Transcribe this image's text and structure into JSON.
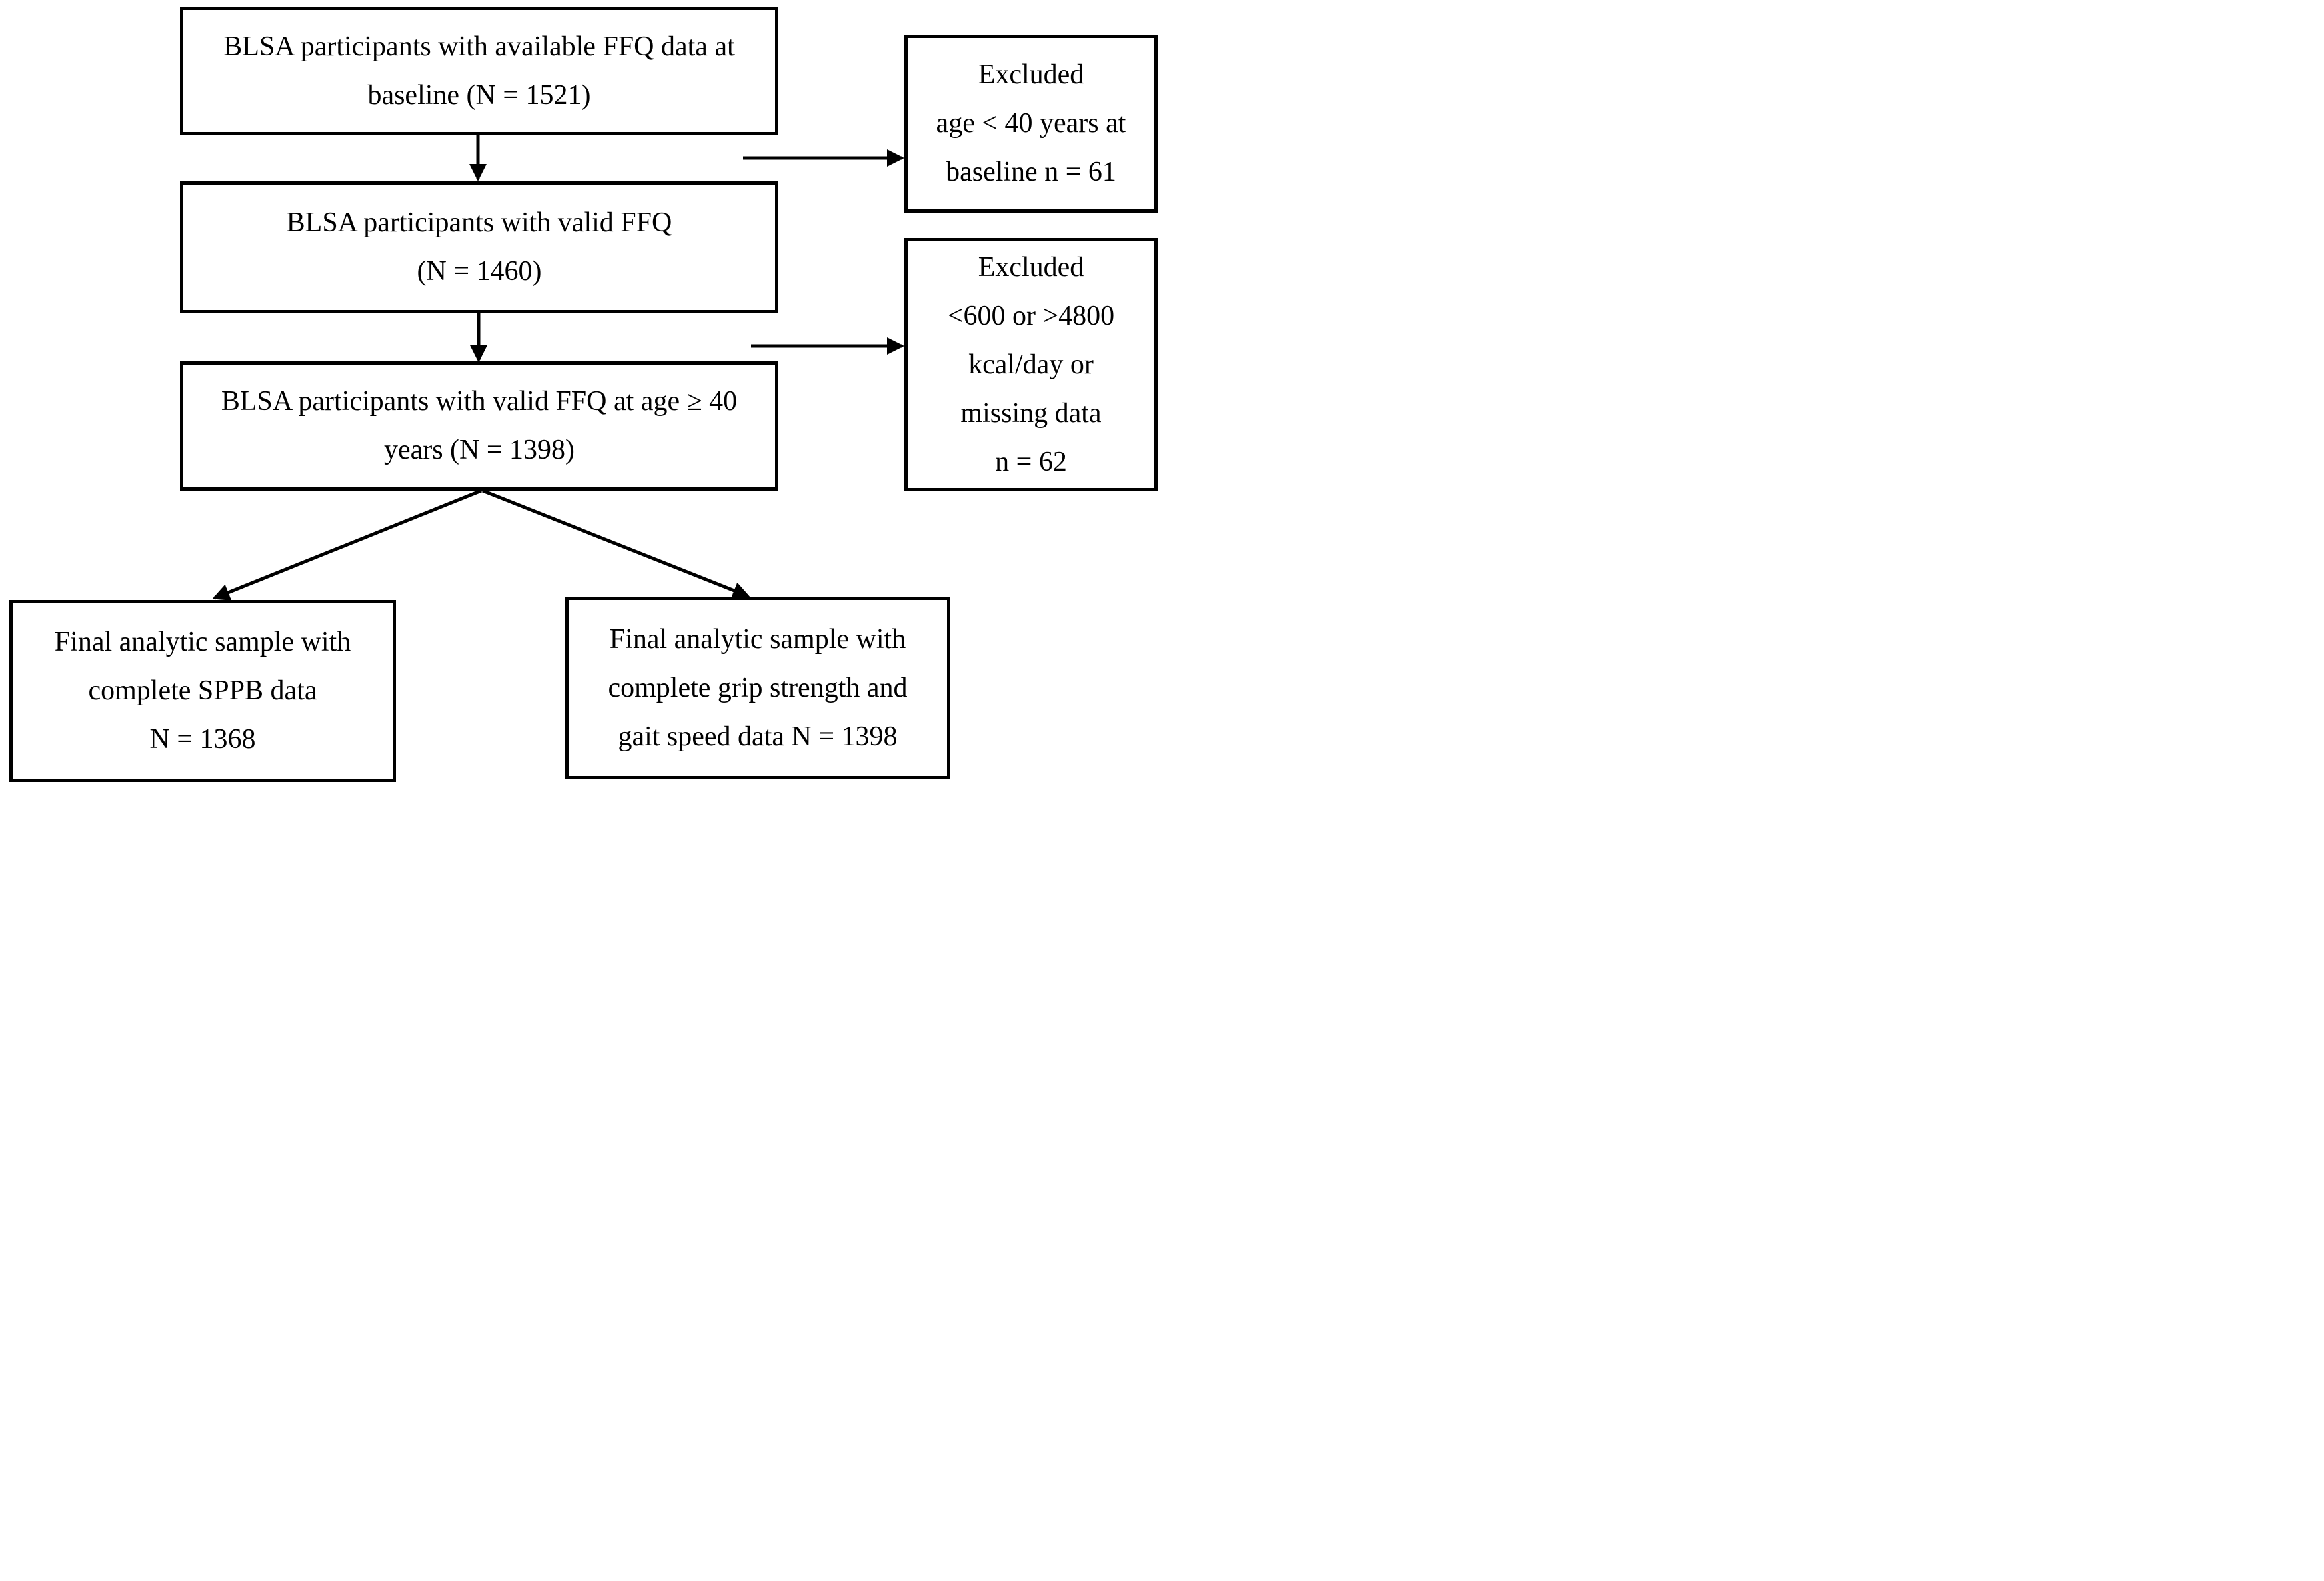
{
  "figure": {
    "background_color": "#ffffff",
    "line_color": "#000000"
  },
  "flowchart": {
    "main_boxes": [
      {
        "id": "baseline",
        "lines": [
          "BLSA participants with available FFQ data at",
          "baseline (N = 1521)"
        ]
      },
      {
        "id": "valid-ffq",
        "lines": [
          "BLSA participants with valid FFQ",
          "(N = 1460)"
        ]
      },
      {
        "id": "valid-ffq-age40",
        "lines": [
          "BLSA participants with valid FFQ at age ≥ 40",
          "years (N = 1398)"
        ]
      }
    ],
    "exclusion_boxes": [
      {
        "id": "excluded-age",
        "lines": [
          "Excluded",
          "age < 40 years at",
          "baseline n = 61"
        ]
      },
      {
        "id": "excluded-kcal",
        "lines": [
          "Excluded",
          "<600 or >4800",
          "kcal/day or",
          "missing data",
          "n = 62"
        ]
      }
    ],
    "final_boxes": [
      {
        "id": "final-sppb",
        "lines": [
          "Final analytic sample with",
          "complete SPPB data",
          "N = 1368"
        ]
      },
      {
        "id": "final-grip-gait",
        "lines": [
          "Final analytic sample with",
          "complete grip strength and",
          "gait speed data N = 1398"
        ]
      }
    ]
  }
}
